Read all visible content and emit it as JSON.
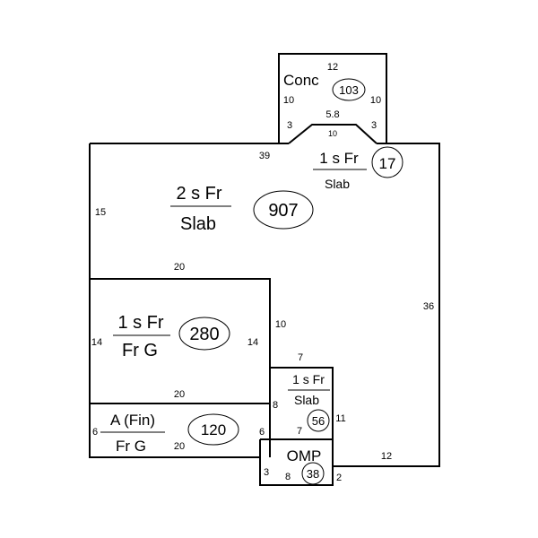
{
  "sections": {
    "main": {
      "type_top": "2 s Fr",
      "type_bottom": "Slab",
      "area": "907"
    },
    "porch": {
      "label": "Conc",
      "area": "103"
    },
    "small_top": {
      "type_top": "1 s Fr",
      "type_bottom": "Slab",
      "area": "17"
    },
    "garage": {
      "type_top": "1 s Fr",
      "type_bottom": "Fr G",
      "area": "280"
    },
    "attic": {
      "type_top": "A (Fin)",
      "type_bottom": "Fr G",
      "area": "120"
    },
    "small_right": {
      "type_top": "1 s Fr",
      "type_bottom": "Slab",
      "area": "56"
    },
    "omp": {
      "label": "OMP",
      "area": "38"
    }
  },
  "dimensions": {
    "porch_top": "12",
    "porch_left": "10",
    "porch_right": "10",
    "porch_inner_top": "5.8",
    "porch_inner_bottom": "10",
    "porch_diag_left": "3",
    "porch_diag_right": "3",
    "main_top": "39",
    "main_left": "15",
    "main_right": "36",
    "garage_top": "20",
    "garage_left": "14",
    "garage_right": "14",
    "garage_bottom": "20",
    "garage_upper_right": "10",
    "attic_left": "6",
    "attic_right": "6",
    "attic_bottom": "20",
    "sr_top": "7",
    "sr_left": "8",
    "sr_left_lower": "7",
    "sr_right": "11",
    "bottom_right": "12",
    "omp_left": "3",
    "omp_bottom": "8",
    "omp_right": "2"
  }
}
